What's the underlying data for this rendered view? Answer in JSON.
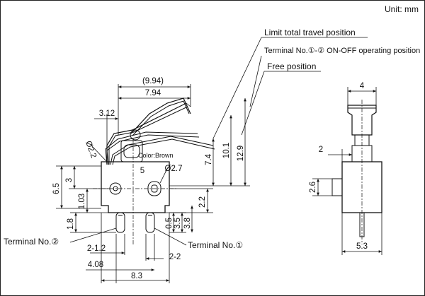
{
  "header": {
    "unit": "Unit: mm"
  },
  "callouts": {
    "limit_total_travel": "Limit total travel position",
    "terminal_onoff": "Terminal No.①-② ON-OFF operating position",
    "free_position": "Free position",
    "color": "Color:Brown",
    "terminal_1": "Terminal No.①",
    "terminal_2": "Terminal No.②"
  },
  "front_view_dims": {
    "overall_width_ref": "(9.94)",
    "lever_length": "7.94",
    "lever_offset": "3.12",
    "roller_dia": "Ø2.2",
    "hole_dia": "Ø2.7",
    "hole_pitch": "5",
    "lever_angle_dim": "7.4",
    "height_on_off": "10.1",
    "height_free": "12.9",
    "hole_height": "3",
    "body_height": "6.5",
    "hole_to_base": "1.03",
    "base_to_hole_right": "2.2",
    "terminal_len": "1.8",
    "terminal_w1": "0.5",
    "terminal_w2": "3.5",
    "terminal_w3": "3.8",
    "term_pitch_1": "2-1.2",
    "term_pitch_2": "2-2",
    "term_span": "4.08",
    "body_width": "8.3"
  },
  "side_view_dims": {
    "lever_width": "4",
    "step": "2",
    "boss": "2.6",
    "body_thickness": "5.3"
  }
}
